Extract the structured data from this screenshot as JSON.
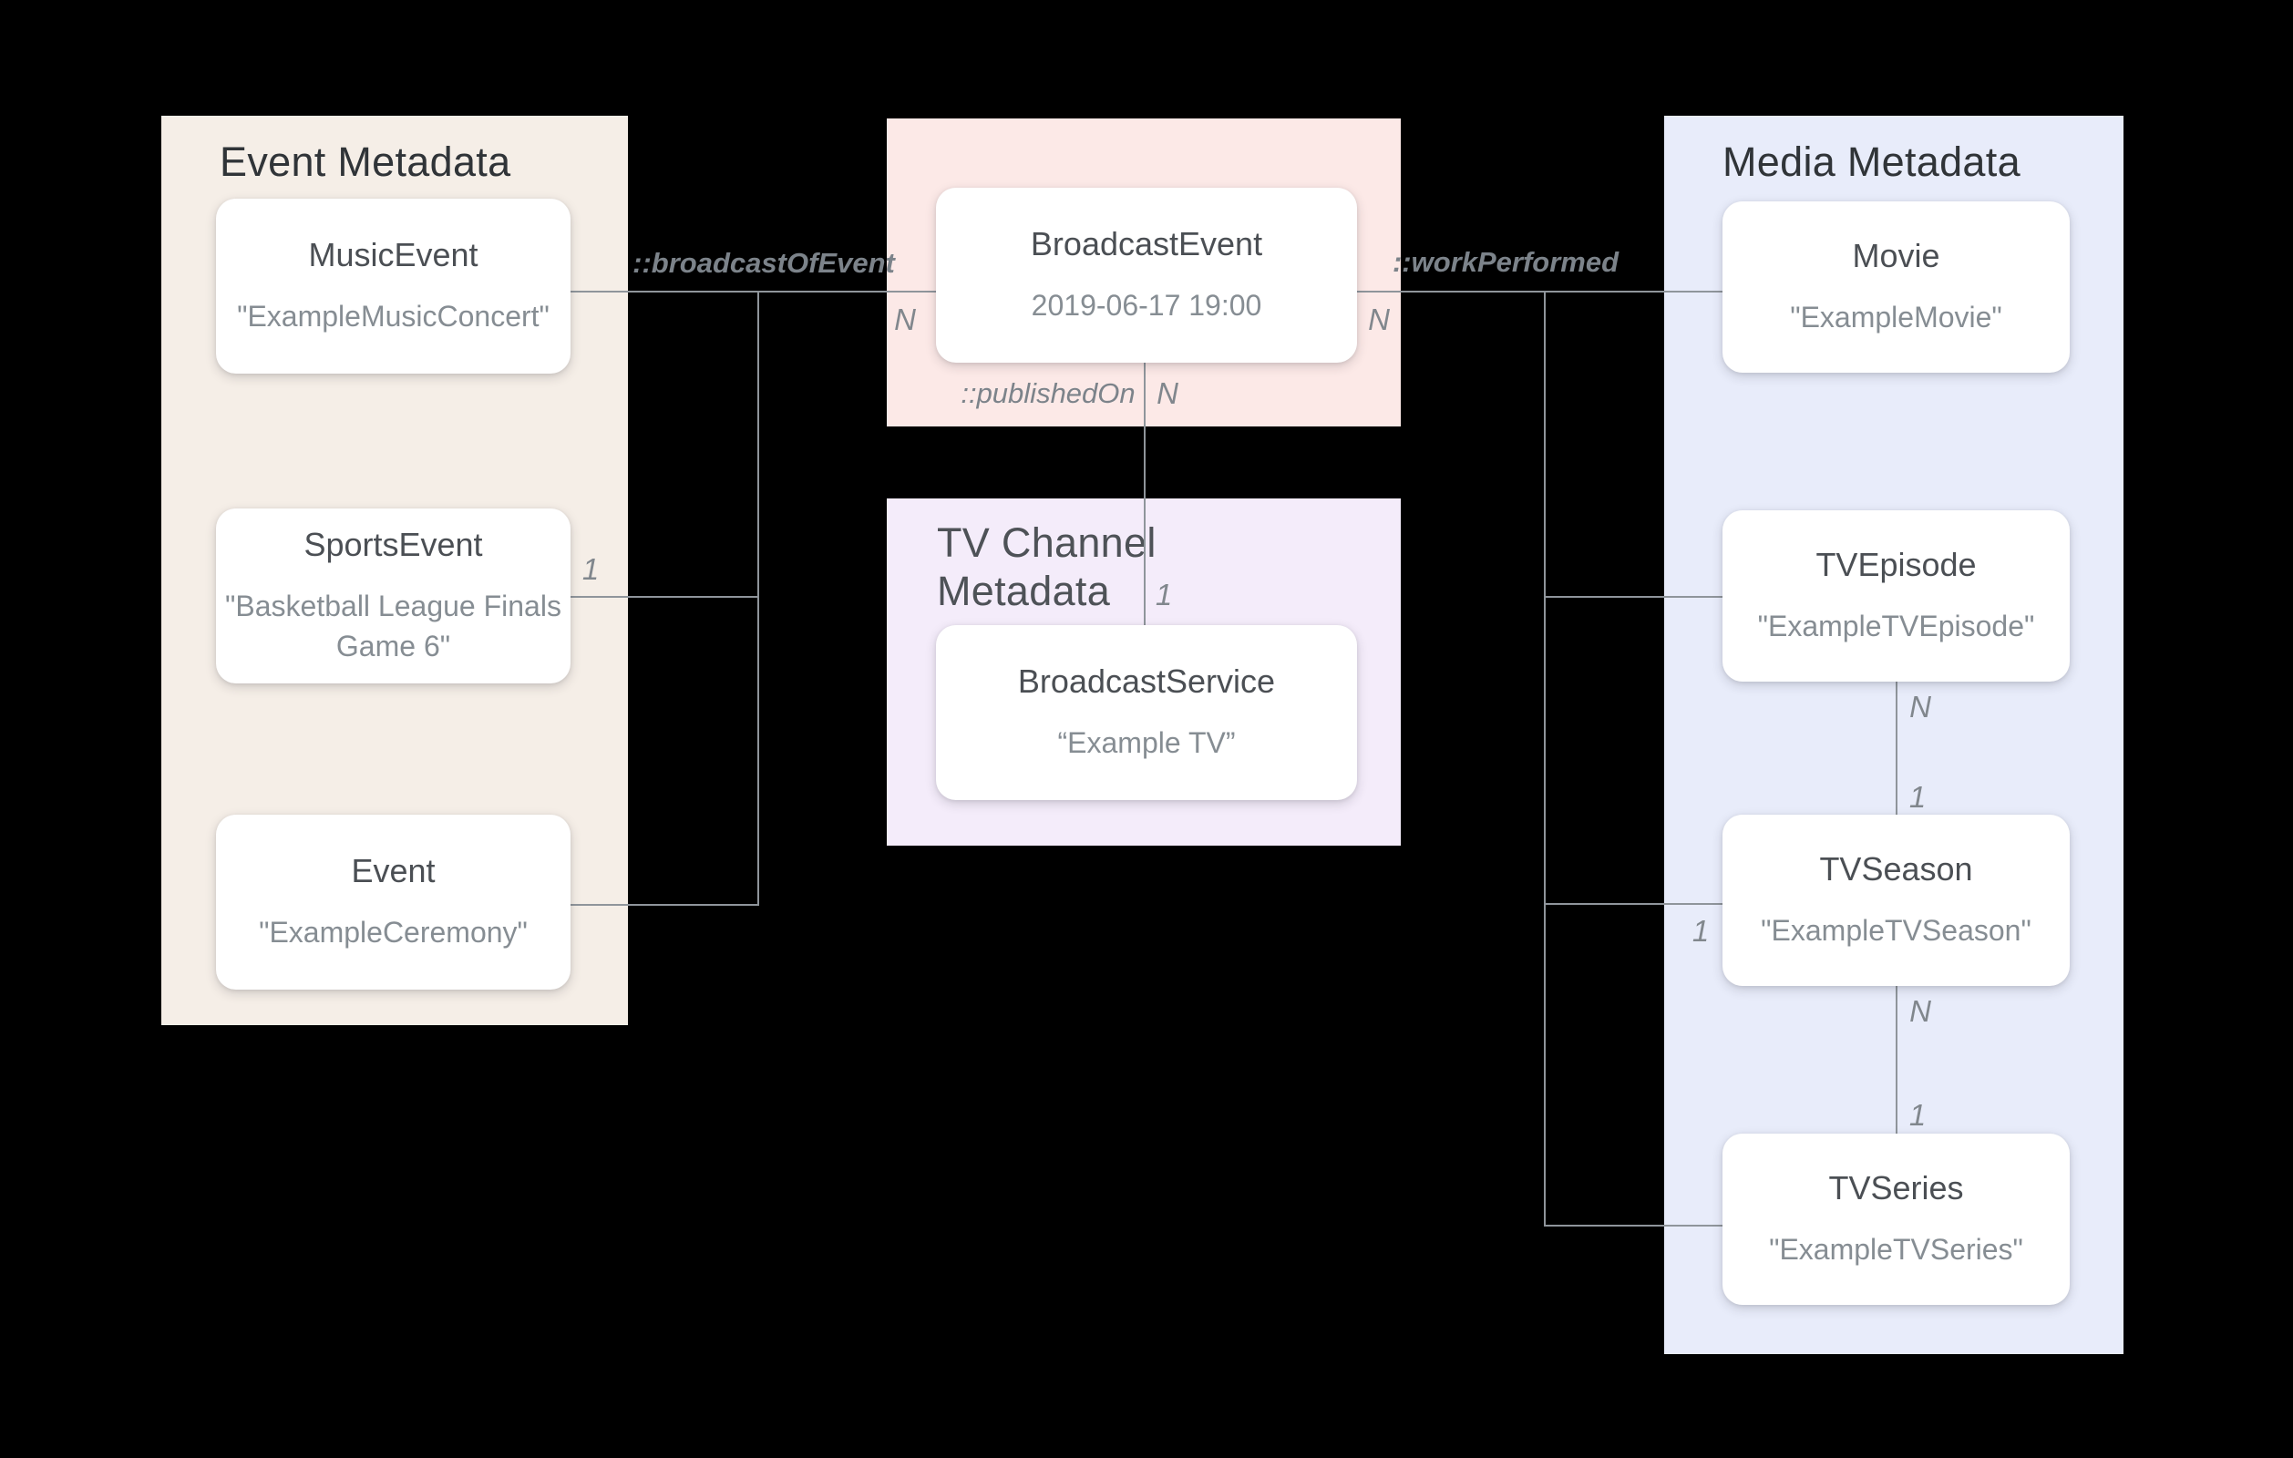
{
  "panels": {
    "event": {
      "title": "Event Metadata"
    },
    "tv_channel": {
      "title": "TV Channel Metadata"
    },
    "media": {
      "title": "Media Metadata"
    }
  },
  "nodes": {
    "music_event": {
      "title": "MusicEvent",
      "value": "\"ExampleMusicConcert\""
    },
    "sports_event": {
      "title": "SportsEvent",
      "value": "\"Basketball League Finals Game 6\""
    },
    "event": {
      "title": "Event",
      "value": "\"ExampleCeremony\""
    },
    "broadcast_event": {
      "title": "BroadcastEvent",
      "value": "2019-06-17 19:00"
    },
    "broadcast_service": {
      "title": "BroadcastService",
      "value": "“Example TV”"
    },
    "movie": {
      "title": "Movie",
      "value": "\"ExampleMovie\""
    },
    "tv_episode": {
      "title": "TVEpisode",
      "value": "\"ExampleTVEpisode\""
    },
    "tv_season": {
      "title": "TVSeason",
      "value": "\"ExampleTVSeason\""
    },
    "tv_series": {
      "title": "TVSeries",
      "value": "\"ExampleTVSeries\""
    }
  },
  "relations": {
    "broadcast_of_event": {
      "label": "::broadcastOfEvent",
      "many": "N",
      "one": "1"
    },
    "published_on": {
      "label": "::publishedOn",
      "many": "N",
      "one": "1"
    },
    "work_performed": {
      "label": "::workPerformed",
      "many": "N",
      "one": "1"
    },
    "episode_to_season": {
      "many": "N",
      "one": "1"
    },
    "season_to_series": {
      "many": "N",
      "one": "1"
    }
  },
  "colors": {
    "background": "#000000",
    "event_panel": "#F5EEE7",
    "broadcast_panel": "#FCE9E7",
    "tv_channel_panel": "#F4ECFA",
    "media_panel": "#E8ECFA",
    "card": "#FFFFFF",
    "connector": "#8F959B"
  }
}
